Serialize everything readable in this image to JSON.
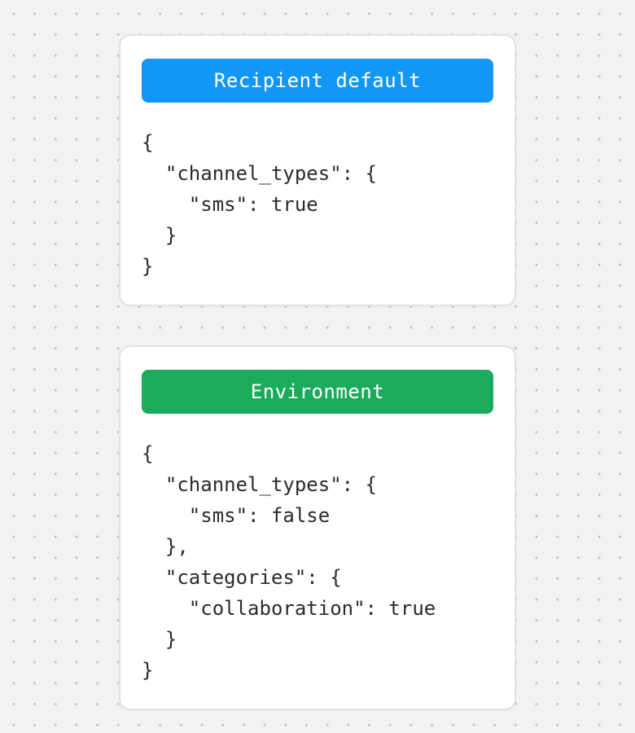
{
  "canvas": {
    "background_color": "#f2f2f2",
    "dot_color": "#bfbfbf"
  },
  "cards": [
    {
      "title": "Recipient default",
      "header_color": "#1297f7",
      "code": "{\n  \"channel_types\": {\n    \"sms\": true\n  }\n}"
    },
    {
      "title": "Environment",
      "header_color": "#1aac5c",
      "code": "{\n  \"channel_types\": {\n    \"sms\": false\n  },\n  \"categories\": {\n    \"collaboration\": true\n  }\n}"
    }
  ]
}
